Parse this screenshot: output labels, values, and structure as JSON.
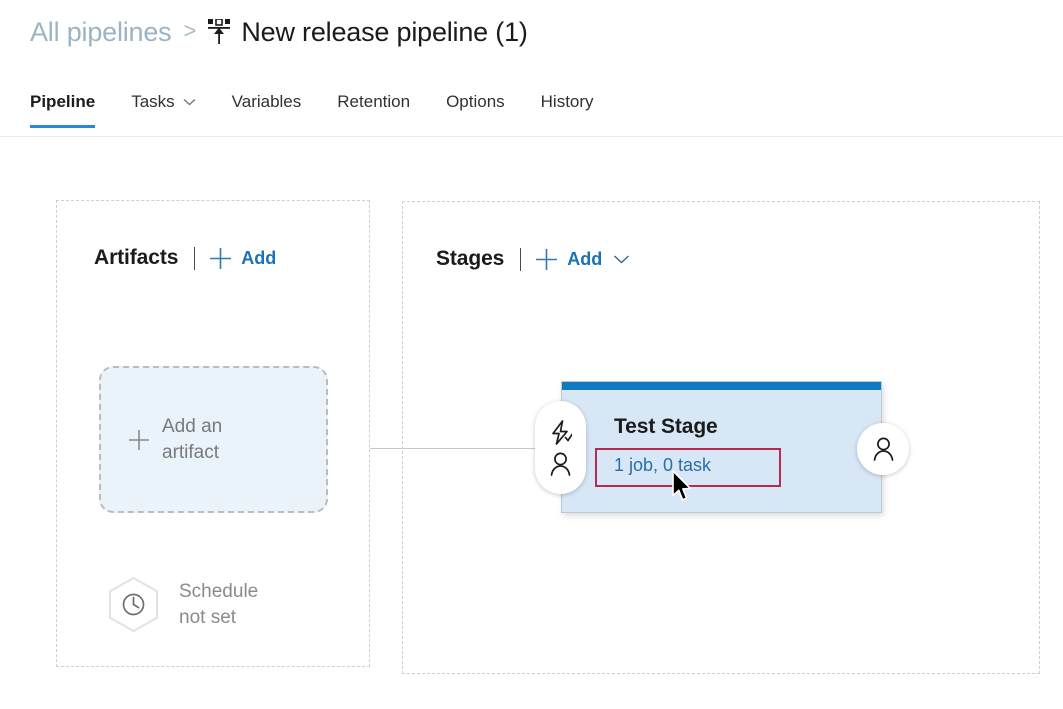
{
  "breadcrumb": {
    "parent_label": "All pipelines",
    "separator": ">",
    "icon": "release-pipeline-icon",
    "current_label": "New release pipeline (1)"
  },
  "tabs": [
    {
      "label": "Pipeline",
      "active": true,
      "has_chevron": false
    },
    {
      "label": "Tasks",
      "active": false,
      "has_chevron": true
    },
    {
      "label": "Variables",
      "active": false,
      "has_chevron": false
    },
    {
      "label": "Retention",
      "active": false,
      "has_chevron": false
    },
    {
      "label": "Options",
      "active": false,
      "has_chevron": false
    },
    {
      "label": "History",
      "active": false,
      "has_chevron": false
    }
  ],
  "artifacts_panel": {
    "title": "Artifacts",
    "add_label": "Add",
    "add_icon": "plus-icon",
    "card": {
      "icon": "plus-icon",
      "label": "Add an\nartifact"
    },
    "schedule": {
      "icon": "clock-icon",
      "label": "Schedule\nnot set"
    }
  },
  "stages_panel": {
    "title": "Stages",
    "add_label": "Add",
    "add_icon": "plus-icon",
    "add_chevron_icon": "chevron-down-icon",
    "stage": {
      "name": "Test Stage",
      "summary": "1 job, 0 task",
      "pre_deployment_icons": [
        "lightning-bolt-icon",
        "person-icon"
      ],
      "post_deployment_icon": "person-icon",
      "highlighted": true
    }
  },
  "colors": {
    "accent_blue": "#0f7ac1",
    "link_blue": "#1a72b8",
    "tab_underline": "#2b88d8",
    "stage_fill": "#d7e7f5",
    "artifact_fill": "#eaf2fa",
    "highlight_red": "#b92b4d",
    "breadcrumb_muted": "#9bb4c4",
    "panel_border": "#cfcfcf",
    "muted_text": "#8a8a8a"
  }
}
